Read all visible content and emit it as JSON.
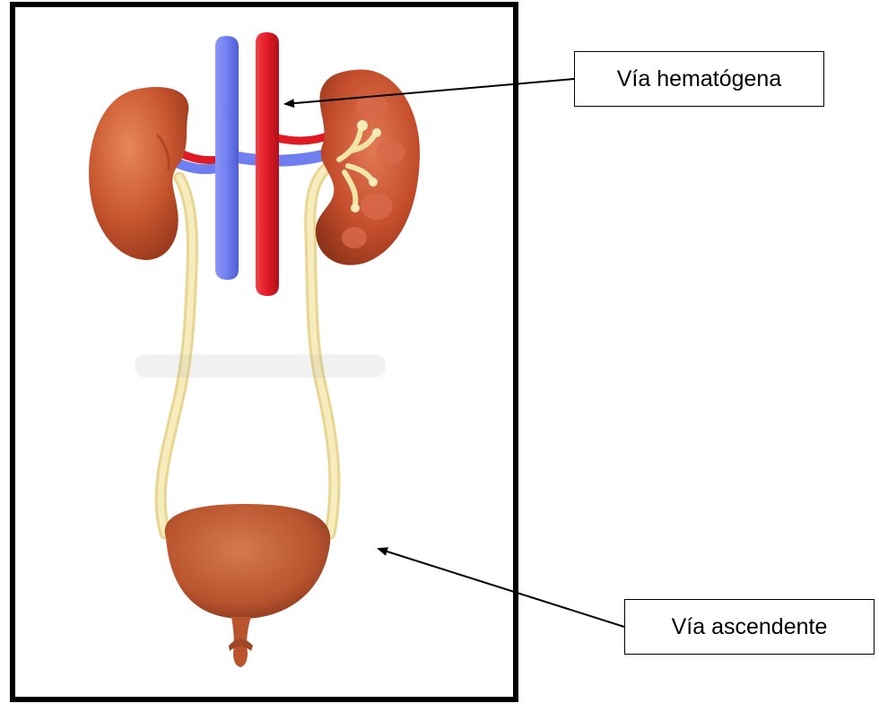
{
  "callouts": {
    "hematogenous": "Vía hematógena",
    "ascending": "Vía ascendente"
  },
  "colors": {
    "frame": "#000000",
    "kidney": "#c8562f",
    "vena_cava": "#6f7ff0",
    "aorta": "#e01a25",
    "ureter": "#f2e2a6",
    "bladder": "#b9542f",
    "arrow": "#000000"
  },
  "illustration": {
    "parts": [
      "left-kidney",
      "right-kidney",
      "inferior-vena-cava",
      "aorta",
      "left-ureter",
      "right-ureter",
      "bladder",
      "urethra"
    ],
    "watermark_present": true
  }
}
